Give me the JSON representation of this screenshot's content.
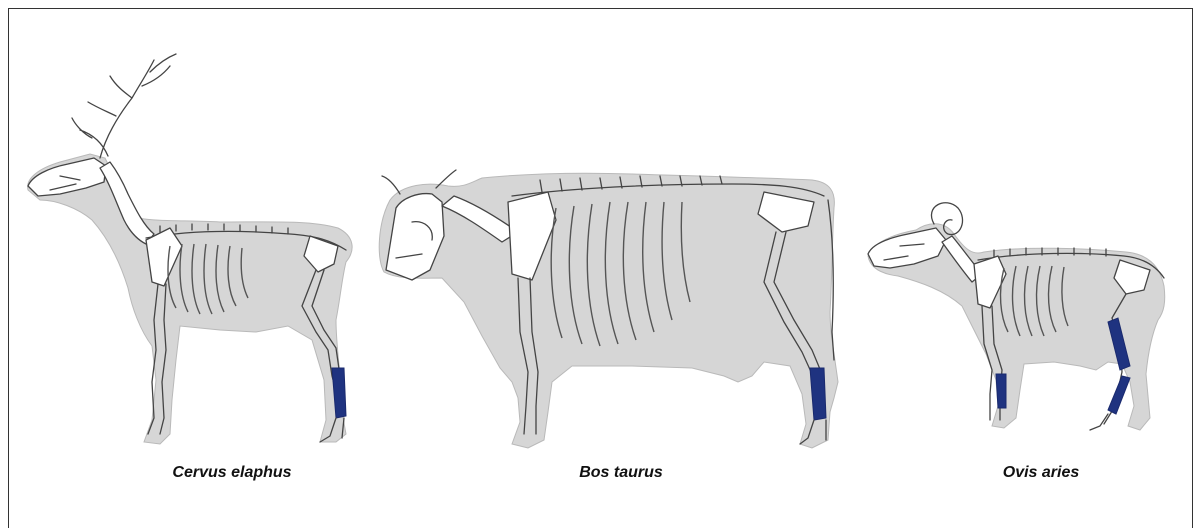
{
  "figure": {
    "highlight_color": "#1f3380",
    "silhouette_color": "#d6d6d6",
    "animals": [
      {
        "id": "deer",
        "caption": "Cervus elaphus"
      },
      {
        "id": "cow",
        "caption": "Bos taurus"
      },
      {
        "id": "sheep",
        "caption": "Ovis aries"
      }
    ]
  }
}
